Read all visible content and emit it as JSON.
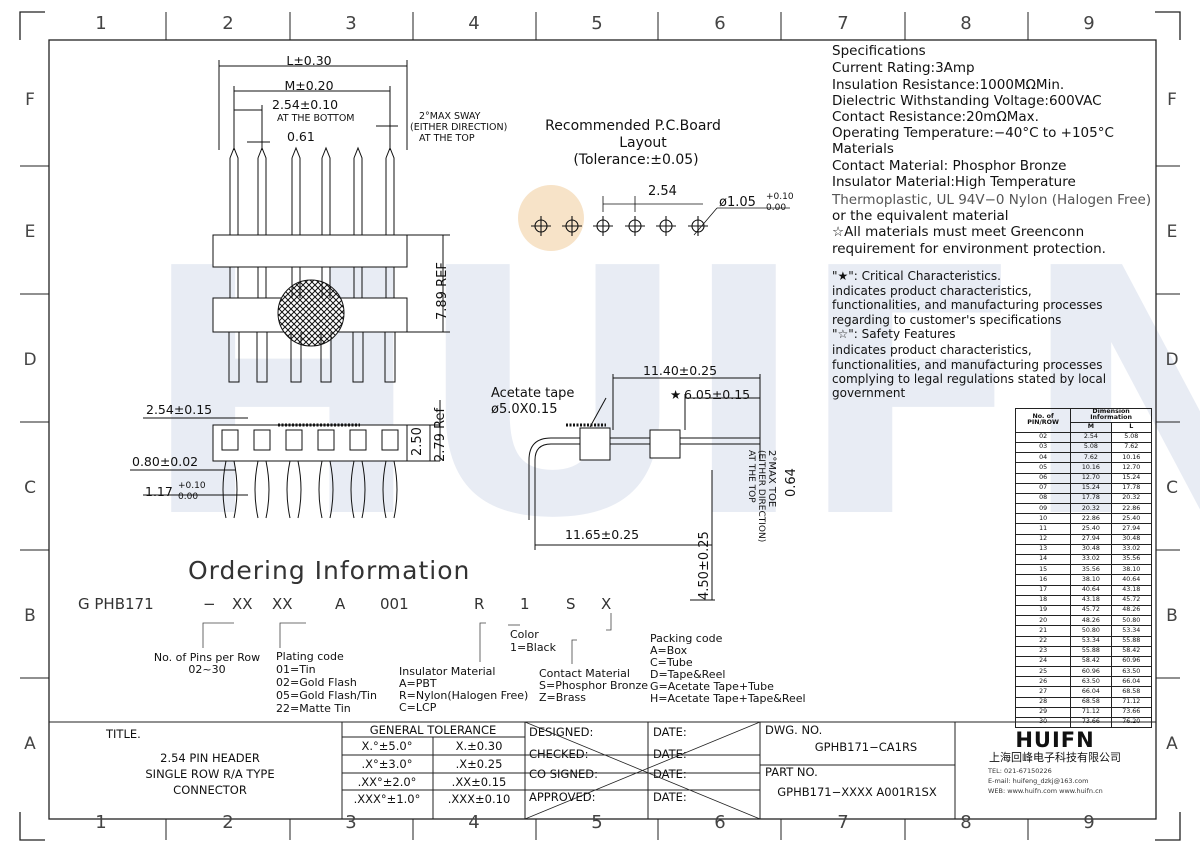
{
  "grid": {
    "cols": [
      "1",
      "2",
      "3",
      "4",
      "5",
      "6",
      "7",
      "8",
      "9"
    ],
    "rows": [
      "F",
      "E",
      "D",
      "C",
      "B",
      "A"
    ]
  },
  "watermark": "HUIFN",
  "pcb": {
    "heading": [
      "Recommended P.C.Board",
      "Layout",
      "(Tolerance:±0.05)"
    ],
    "pitch": "2.54",
    "hole": "ø1.05",
    "hole_tol_plus": "+0.10",
    "hole_tol_minus": "0.00"
  },
  "front_dims": {
    "L": "L±0.30",
    "M": "M±0.20",
    "pitch": "2.54±0.10",
    "pitch_note": "AT THE BOTTOM",
    "pin": "0.61",
    "sway": [
      "2°MAX SWAY",
      "(EITHER DIRECTION)",
      "AT THE TOP"
    ],
    "ref": "7.89 REF"
  },
  "side_dims": {
    "pitch": "2.54±0.15",
    "pin_w": "0.80±0.02",
    "tail": "1.17",
    "tail_plus": "+0.10",
    "tail_minus": "0.00",
    "h1": "2.50",
    "h2": "2.79 Ref"
  },
  "ra_dims": {
    "acetate": "Acetate tape",
    "acetate_size": "ø5.0X0.15",
    "len1": "11.40±0.25",
    "star": "★",
    "len2": "6.05±0.15",
    "len3": "11.65±0.25",
    "h": "4.50±0.25",
    "t": "0.64",
    "toe": [
      "2°MAX TOE",
      "(EITHER DIRECTION)",
      "AT THE TOP"
    ]
  },
  "specs": [
    "Specifications",
    "Current Rating:3Amp",
    "Insulation Resistance:1000MΩMin.",
    "Dielectric Withstanding Voltage:600VAC",
    "Contact Resistance:20mΩMax.",
    "Operating Temperature:−40°C to +105°C",
    "Materials",
    "Contact Material: Phosphor Bronze",
    "Insulator Material:High Temperature",
    "Thermoplastic, UL 94V−0 Nylon (Halogen Free)",
    "or the equivalent material",
    "☆All materials must meet Greenconn",
    "requirement for environment protection."
  ],
  "critical": [
    "\"★\": Critical Characteristics.",
    "indicates product characteristics,",
    "functionalities, and manufacturing processes",
    "regarding to customer's specifications",
    "\"☆\": Safety Features",
    "indicates product characteristics,",
    "functionalities, and manufacturing processes",
    "complying to legal regulations stated by local",
    "government"
  ],
  "ordering": {
    "title": "Ordering Information",
    "code": [
      "G PHB171",
      "−",
      "XX",
      "XX",
      "A",
      "001",
      "R",
      "1",
      "S",
      "X"
    ],
    "pins": [
      "No. of Pins per Row",
      "02~30"
    ],
    "plating": [
      "Plating code",
      "01=Tin",
      "02=Gold Flash",
      "05=Gold Flash/Tin",
      "22=Matte Tin"
    ],
    "insulator": [
      "Insulator Material",
      "A=PBT",
      "R=Nylon(Halogen Free)",
      "C=LCP"
    ],
    "color": [
      "Color",
      "1=Black"
    ],
    "contact": [
      "Contact Material",
      "S=Phosphor Bronze",
      "Z=Brass"
    ],
    "packing": [
      "Packing code",
      "A=Box",
      "C=Tube",
      "D=Tape&Reel",
      "G=Acetate Tape+Tube",
      "H=Acetate Tape+Tape&Reel"
    ]
  },
  "dim_table": {
    "h1": "No. of PIN/ROW",
    "h2": "Dimension Information",
    "m": "M",
    "l": "L",
    "rows": [
      [
        "02",
        "2.54",
        "5.08"
      ],
      [
        "03",
        "5.08",
        "7.62"
      ],
      [
        "04",
        "7.62",
        "10.16"
      ],
      [
        "05",
        "10.16",
        "12.70"
      ],
      [
        "06",
        "12.70",
        "15.24"
      ],
      [
        "07",
        "15.24",
        "17.78"
      ],
      [
        "08",
        "17.78",
        "20.32"
      ],
      [
        "09",
        "20.32",
        "22.86"
      ],
      [
        "10",
        "22.86",
        "25.40"
      ],
      [
        "11",
        "25.40",
        "27.94"
      ],
      [
        "12",
        "27.94",
        "30.48"
      ],
      [
        "13",
        "30.48",
        "33.02"
      ],
      [
        "14",
        "33.02",
        "35.56"
      ],
      [
        "15",
        "35.56",
        "38.10"
      ],
      [
        "16",
        "38.10",
        "40.64"
      ],
      [
        "17",
        "40.64",
        "43.18"
      ],
      [
        "18",
        "43.18",
        "45.72"
      ],
      [
        "19",
        "45.72",
        "48.26"
      ],
      [
        "20",
        "48.26",
        "50.80"
      ],
      [
        "21",
        "50.80",
        "53.34"
      ],
      [
        "22",
        "53.34",
        "55.88"
      ],
      [
        "23",
        "55.88",
        "58.42"
      ],
      [
        "24",
        "58.42",
        "60.96"
      ],
      [
        "25",
        "60.96",
        "63.50"
      ],
      [
        "26",
        "63.50",
        "66.04"
      ],
      [
        "27",
        "66.04",
        "68.58"
      ],
      [
        "28",
        "68.58",
        "71.12"
      ],
      [
        "29",
        "71.12",
        "73.66"
      ],
      [
        "30",
        "73.66",
        "76.20"
      ]
    ]
  },
  "title_block": {
    "title_label": "TITLE.",
    "title_lines": [
      "2.54 PIN HEADER",
      "SINGLE ROW R/A TYPE",
      "CONNECTOR"
    ],
    "tol_header": "GENERAL TOLERANCE",
    "tol_rows": [
      [
        "X.°±5.0°",
        "X.±0.30"
      ],
      [
        ".X°±3.0°",
        ".X±0.25"
      ],
      [
        ".XX°±2.0°",
        ".XX±0.15"
      ],
      [
        ".XXX°±1.0°",
        ".XXX±0.10"
      ]
    ],
    "sign_rows": [
      "DESIGNED:",
      "CHECKED:",
      "CO SIGNED:",
      "APPROVED:"
    ],
    "date": "DATE:",
    "dwg_label": "DWG. NO.",
    "dwg_no": "GPHB171−CA1RS",
    "part_label": "PART NO.",
    "part_no": "GPHB171−XXXX A001R1SX",
    "logo": "HUIFN",
    "company": "上海回峰电子科技有限公司",
    "tel": "TEL: 021-67150226",
    "email": "E-mail: huifeng_dzkj@163.com",
    "web": "WEB: www.huifn.com www.huifn.cn"
  }
}
